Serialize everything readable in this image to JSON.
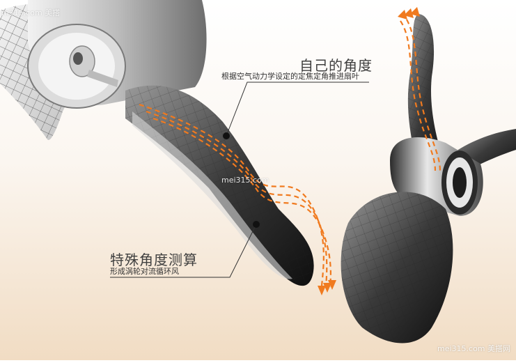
{
  "callout_top": {
    "title": "自己的角度",
    "subtitle": "根据空气动力学设定的定焦定角推进扇叶"
  },
  "callout_bottom": {
    "title": "特殊角度测算",
    "subtitle": "形成涡轮对流循环风"
  },
  "watermarks": {
    "top_left": "m315.com 美搭",
    "bottom_right": "mei315.com 美搭网",
    "center": "mei315.com"
  },
  "colors": {
    "airflow_arrow": "#f07a1f",
    "blade_dark": "#3a3a3a",
    "mesh_line": "#2a2a2a",
    "leader_line": "#333333"
  },
  "icons": [
    "airflow-arrow-icon",
    "leader-dot-icon"
  ]
}
